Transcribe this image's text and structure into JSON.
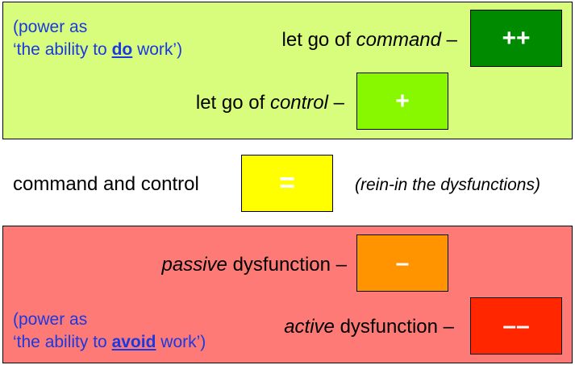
{
  "top_band": {
    "note_line1": "(power as",
    "note_line2_pre": "‘the ability to ",
    "note_line2_emph": "do",
    "note_line2_post": " work’)",
    "row1": {
      "pre": "let go of ",
      "emph": "command",
      "post": " –",
      "symbol": "++"
    },
    "row2": {
      "pre": "let go of ",
      "emph": "control",
      "post": " –",
      "symbol": "+"
    }
  },
  "middle": {
    "label": "command and control",
    "symbol": "=",
    "aside": "(rein-in the dysfunctions)"
  },
  "bottom_band": {
    "row1": {
      "emph": "passive",
      "post": " dysfunction –",
      "symbol": "–"
    },
    "row2": {
      "emph": "active",
      "post": " dysfunction –",
      "symbol": "––"
    },
    "note_line1": "(power as",
    "note_line2_pre": "‘the ability to ",
    "note_line2_emph": "avoid",
    "note_line2_post": " work’)"
  },
  "colors": {
    "top_band": "#d8fc7c",
    "bottom_band": "#fd7a77",
    "double_plus": "#008a00",
    "plus": "#88f800",
    "equal": "#ffff00",
    "minus": "#ff9300",
    "double_minus": "#ff2600",
    "note_text": "#1a39e0"
  }
}
